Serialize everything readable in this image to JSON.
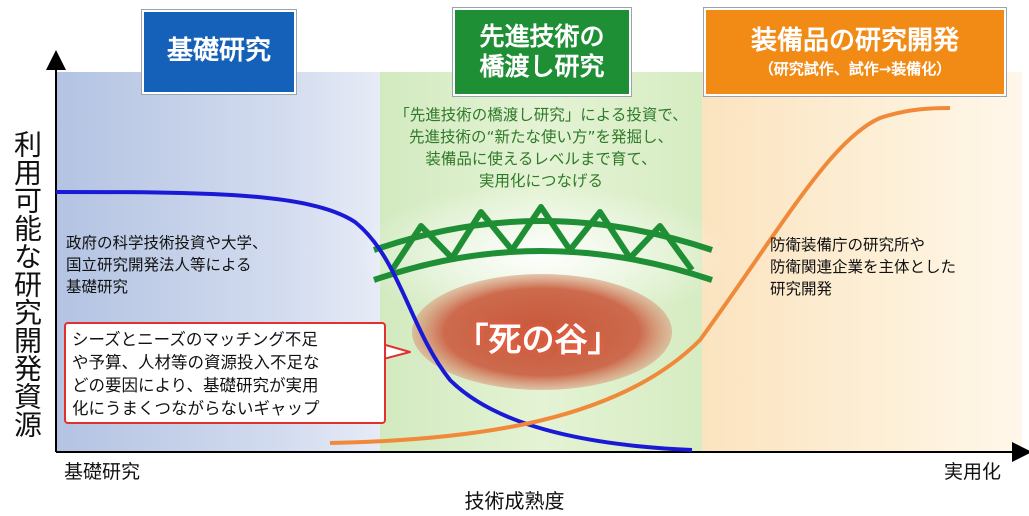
{
  "zones": {
    "basic": {
      "title": "基礎研究",
      "color": "#1560b8"
    },
    "bridge": {
      "title_line1": "先進技術の",
      "title_line2": "橋渡し研究",
      "color": "#1f8f36"
    },
    "development": {
      "title": "装備品の研究開発",
      "subtitle": "（研究試作、試作→装備化）",
      "color": "#f28a16"
    }
  },
  "axes": {
    "y_label": "利用可能な研究開発資源",
    "x_label": "技術成熟度",
    "x_left": "基礎研究",
    "x_right": "実用化"
  },
  "bridge_description": [
    "「先進技術の橋渡し研究」による投資で、",
    "先進技術の“新たな使い方”を発掘し、",
    "装備品に使えるレベルまで育て、",
    "実用化につなげる"
  ],
  "basic_description": [
    "政府の科学技術投資や大学、",
    "国立研究開発法人等による",
    "基礎研究"
  ],
  "development_description": [
    "防衛装備庁の研究所や",
    "防衛関連企業を主体とした",
    "研究開発"
  ],
  "gap_callout": [
    "シーズとニーズのマッチング不足",
    "や予算、人材等の資源投入不足な",
    "どの要因により、基礎研究が実用",
    "化にうまくつながらないギャップ"
  ],
  "valley_label": "「死の谷」",
  "curves": {
    "basic_curve_color": "#1a1ad6",
    "development_curve_color": "#f08a3a"
  },
  "colors": {
    "bridge_truss": "#1f8f36",
    "valley": "#c8573a",
    "callout_border": "#e03030"
  }
}
